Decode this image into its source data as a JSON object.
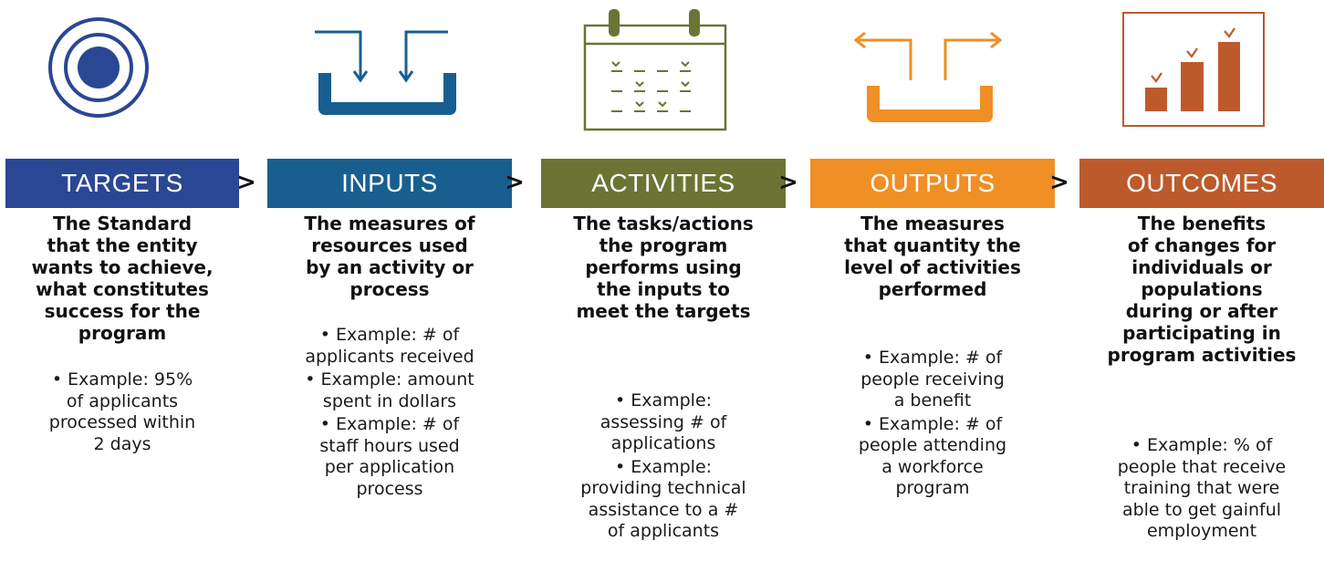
{
  "separator": ">",
  "colors": {
    "targets": "#2a4794",
    "inputs": "#185f8f",
    "activities": "#6b7434",
    "outputs": "#f08f24",
    "outcomes": "#bd5a2c"
  },
  "stages": [
    {
      "key": "targets",
      "title": "TARGETS",
      "icon": "target-icon",
      "description": "The Standard\nthat the entity\nwants to achieve,\nwhat constitutes\nsuccess for the\nprogram",
      "examples": [
        "• Example: 95%\nof applicants\nprocessed within\n2 days"
      ]
    },
    {
      "key": "inputs",
      "title": "INPUTS",
      "icon": "tray-inflow-icon",
      "description": "The measures of\nresources used\nby an activity or\nprocess",
      "examples": [
        "• Example: # of\napplicants received",
        "• Example: amount\nspent in dollars",
        "• Example: # of\nstaff hours used\nper application\nprocess"
      ]
    },
    {
      "key": "activities",
      "title": "ACTIVITIES",
      "icon": "calendar-checklist-icon",
      "description": "The tasks/actions\nthe program\nperforms using\nthe inputs to\nmeet the targets",
      "examples": [
        "• Example:\nassessing # of\napplications",
        "• Example:\nproviding technical\nassistance to a #\nof applicants"
      ]
    },
    {
      "key": "outputs",
      "title": "OUTPUTS",
      "icon": "tray-outflow-icon",
      "description": "The measures\nthat quantity the\nlevel of activities\nperformed",
      "examples": [
        "• Example: # of\npeople receiving\na benefit",
        "• Example: # of\npeople attending\na workforce\nprogram"
      ]
    },
    {
      "key": "outcomes",
      "title": "OUTCOMES",
      "icon": "bar-growth-icon",
      "description": "The benefits\nof changes for\nindividuals or\npopulations\nduring or after\nparticipating in\nprogram activities",
      "examples": [
        "• Example: % of\npeople that receive\ntraining that were\nable to get gainful\nemployment"
      ]
    }
  ]
}
